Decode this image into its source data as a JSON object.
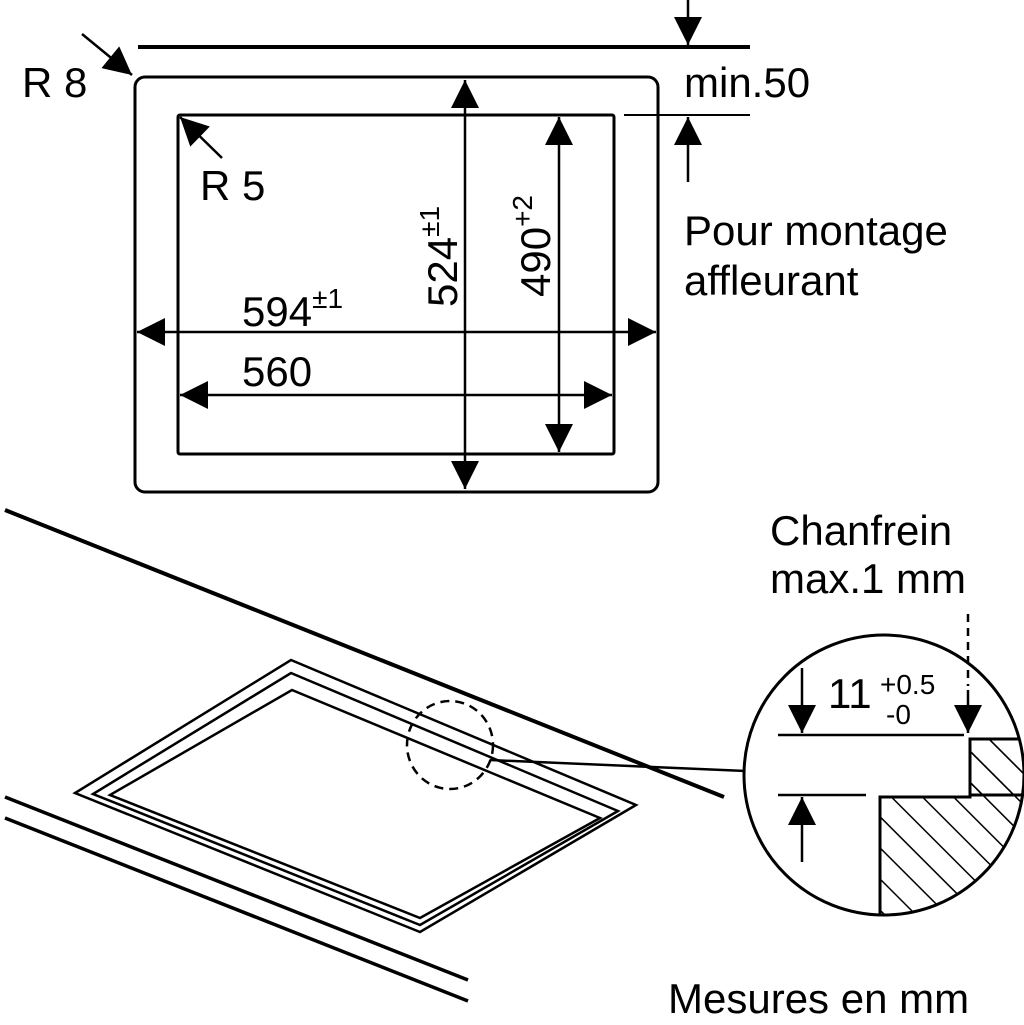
{
  "top_view": {
    "outer_radius": "R 8",
    "inner_radius": "R 5",
    "width_outer": {
      "value": "594",
      "tol": "±1"
    },
    "width_inner": {
      "value": "560"
    },
    "depth_outer": {
      "value": "524",
      "tol": "±1"
    },
    "depth_inner": {
      "value": "490",
      "tol": "+2"
    },
    "min_gap": "min.50",
    "note_line1": "Pour montage",
    "note_line2": "affleurant"
  },
  "detail": {
    "chamfer_line1": "Chanfrein",
    "chamfer_line2": "max.1 mm",
    "depth_value": "11",
    "depth_tol_plus": "+0.5",
    "depth_tol_minus": "-0"
  },
  "footer": "Mesures en mm"
}
